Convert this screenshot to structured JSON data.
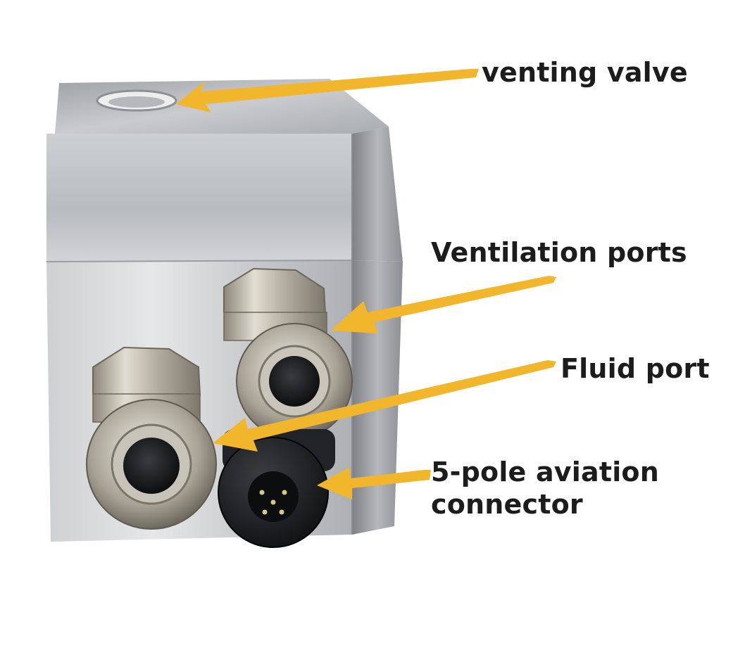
{
  "annotations": [
    {
      "id": "venting",
      "text": "venting valve"
    },
    {
      "id": "ventports",
      "text": "Ventilation ports"
    },
    {
      "id": "fluid",
      "text": "Fluid port"
    },
    {
      "id": "connector",
      "line1": "5-pole aviation",
      "line2": "connector"
    }
  ],
  "colors": {
    "arrow": "#f1b62c",
    "label": "#1c1c1c",
    "metal_light": "#d9dadc",
    "metal_dark": "#8f9194",
    "fitting": "#b9b2a4",
    "connector_body": "#1a1b1d"
  }
}
